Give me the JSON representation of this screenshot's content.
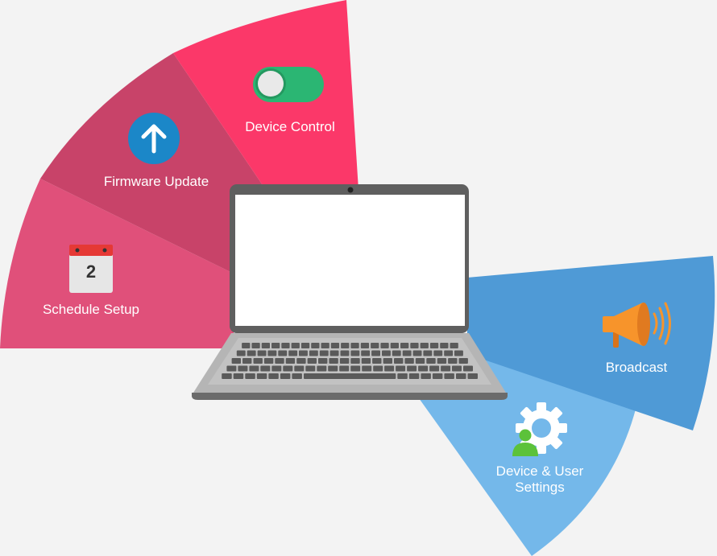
{
  "segments": {
    "device_control": {
      "label": "Device Control",
      "color": "#fb3869",
      "icon": "toggle-switch-icon"
    },
    "firmware_update": {
      "label": "Firmware Update",
      "color": "#c84369",
      "icon": "upload-arrow-icon"
    },
    "schedule_setup": {
      "label": "Schedule Setup",
      "color": "#e0507a",
      "icon": "calendar-icon",
      "calendar_day": "2"
    },
    "broadcast": {
      "label": "Broadcast",
      "color": "#4f9ad6",
      "icon": "megaphone-icon"
    },
    "device_user_settings": {
      "label_line1": "Device & User",
      "label_line2": "Settings",
      "color": "#74b8ea",
      "icon": "user-gear-icon"
    }
  },
  "center": {
    "icon": "laptop-icon"
  },
  "colors": {
    "background": "#f3f3f3",
    "toggle_on": "#2bb673",
    "upload_circle": "#1b87c8",
    "megaphone": "#f7942b",
    "calendar_header": "#e53935"
  }
}
